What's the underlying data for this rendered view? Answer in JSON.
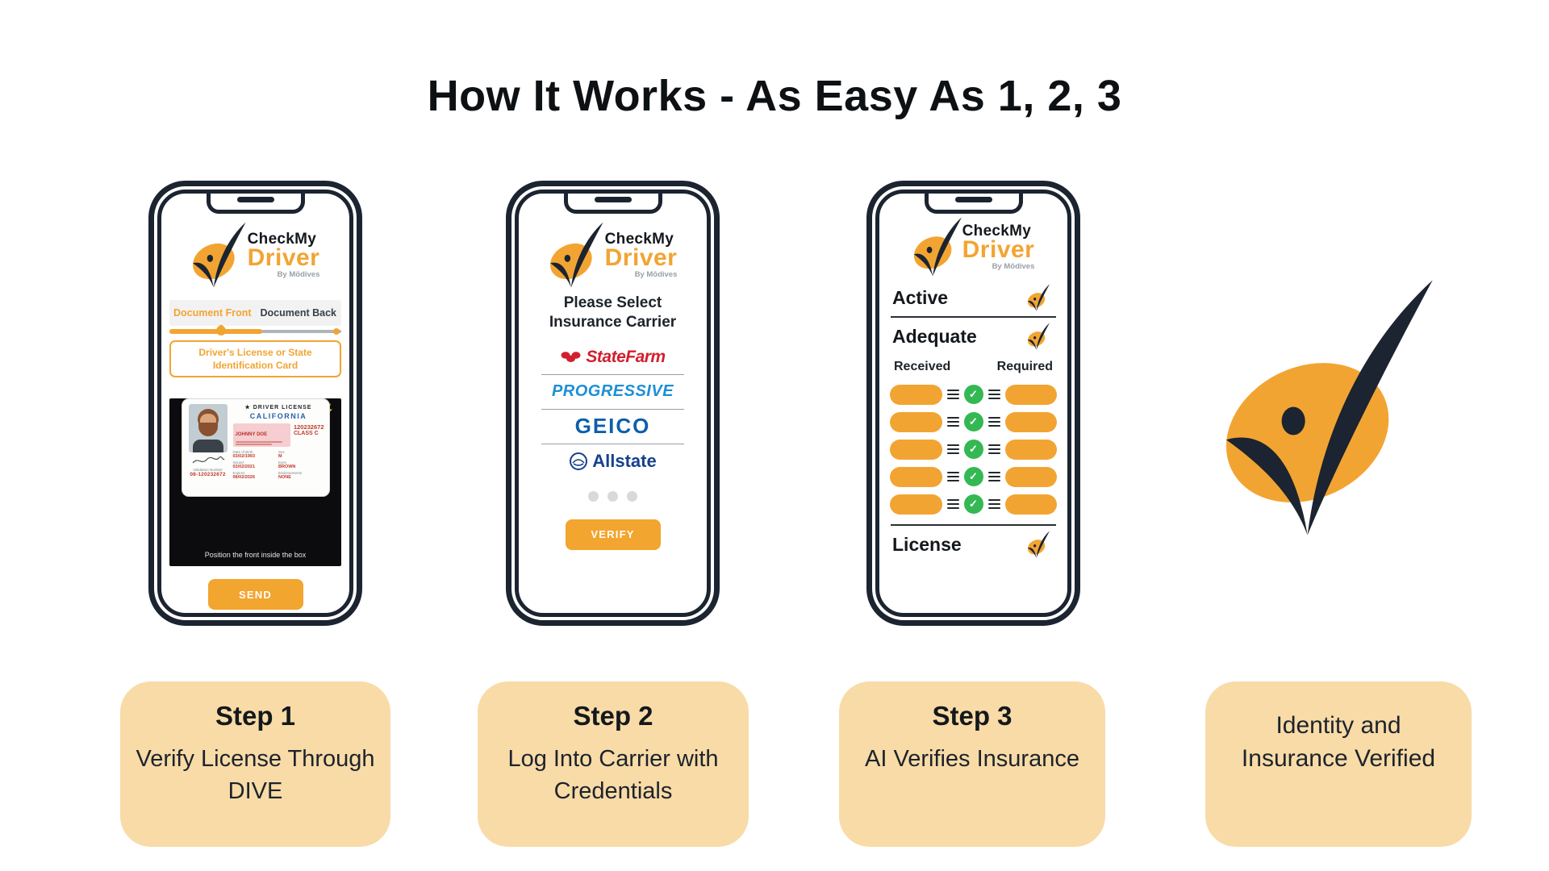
{
  "title": "How It Works - As Easy As 1, 2, 3",
  "brand": {
    "name_line1": "CheckMy",
    "name_line2": "Driver",
    "byline": "By Mōdives"
  },
  "colors": {
    "accent_orange": "#F2A432",
    "card_peach": "#F8DBA7",
    "frame_navy": "#1B2430",
    "success_green": "#34B853",
    "statefarm_red": "#D0202E",
    "progressive_blue": "#1E8FD5",
    "geico_blue": "#0D5EAB",
    "allstate_blue": "#16418C"
  },
  "phone1": {
    "tabs": [
      "Document Front",
      "Document Back"
    ],
    "doc_type_label": "Driver's License or State Identification Card",
    "flash_icon": "⚡",
    "license": {
      "header": "★ DRIVER LICENSE",
      "state": "CALIFORNIA",
      "name": "JOHNNY DOE",
      "number": "120232672",
      "class": "CLASS C",
      "fields": [
        {
          "label": "Date of Birth",
          "value": "03/02/1993"
        },
        {
          "label": "Sex",
          "value": "M"
        },
        {
          "label": "Issued",
          "value": "03/02/2021"
        },
        {
          "label": "Eyes",
          "value": "BROWN"
        },
        {
          "label": "Expires",
          "value": "08/02/2026"
        },
        {
          "label": "Endorsements",
          "value": "NONE"
        }
      ],
      "validation_label": "Validation Number",
      "validation_value": "08-120232672"
    },
    "camera_caption": "Position the front inside the box",
    "send_label": "SEND"
  },
  "phone2": {
    "prompt_line1": "Please Select",
    "prompt_line2": "Insurance Carrier",
    "carriers": [
      "StateFarm",
      "PROGRESSIVE",
      "GEICO",
      "Allstate"
    ],
    "verify_label": "VERIFY"
  },
  "phone3": {
    "status_active": "Active",
    "status_adequate": "Adequate",
    "col_received": "Received",
    "col_required": "Required",
    "license_label": "License",
    "check_glyph": "✓"
  },
  "cards": [
    {
      "heading": "Step 1",
      "body": "Verify License Through DIVE"
    },
    {
      "heading": "Step 2",
      "body": "Log Into Carrier with Credentials"
    },
    {
      "heading": "Step 3",
      "body": "AI Verifies Insurance"
    },
    {
      "body": "Identity and Insurance Verified"
    }
  ]
}
